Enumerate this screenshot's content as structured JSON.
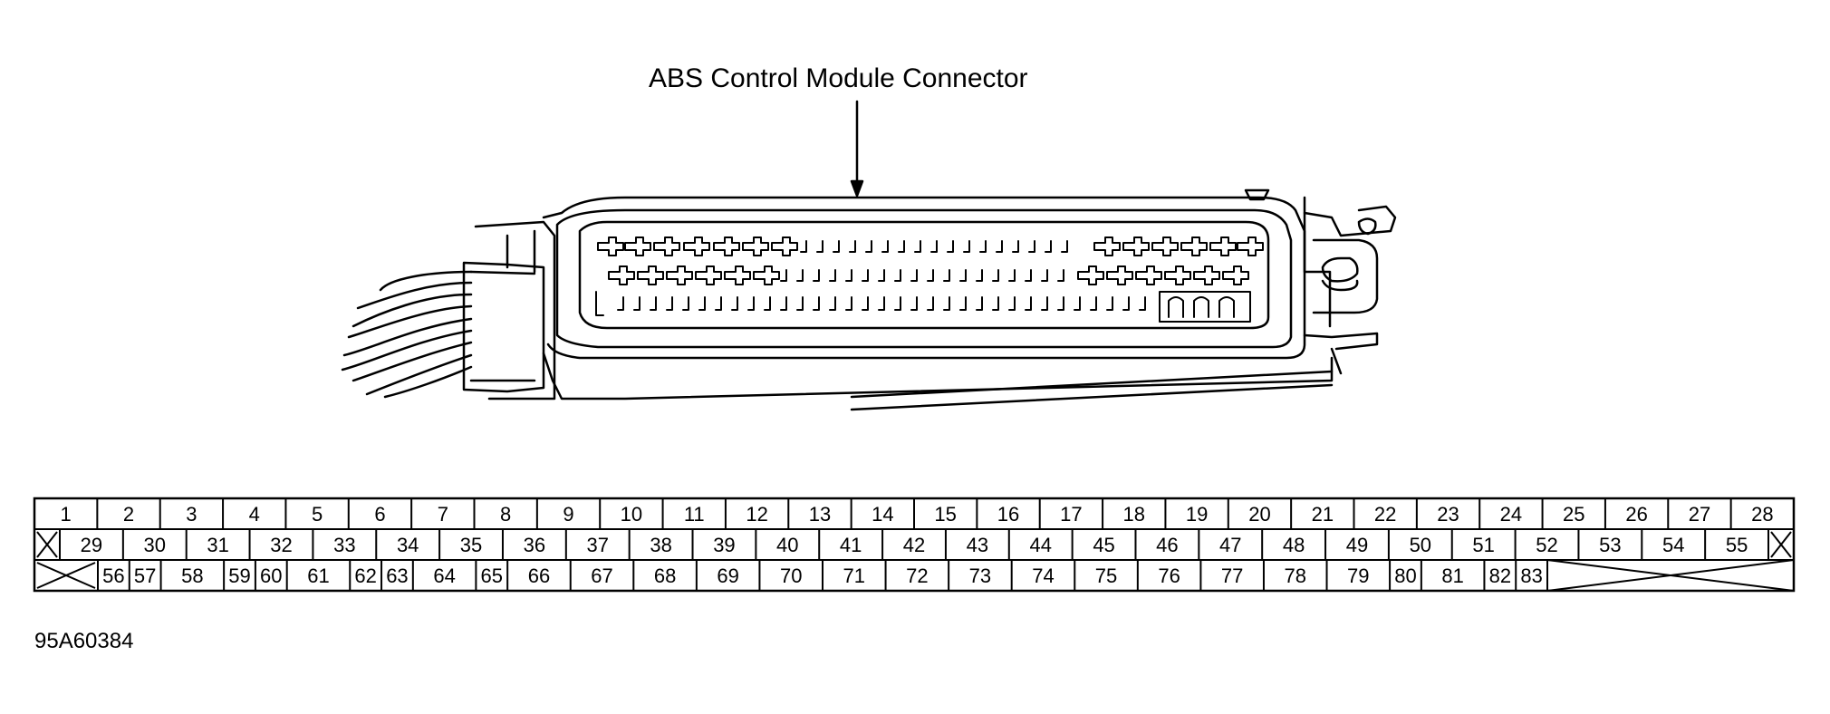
{
  "title": "ABS Control Module Connector",
  "figure_code": "95A60384",
  "pin_rows": [
    [
      "1",
      "2",
      "3",
      "4",
      "5",
      "6",
      "7",
      "8",
      "9",
      "10",
      "11",
      "12",
      "13",
      "14",
      "15",
      "16",
      "17",
      "18",
      "19",
      "20",
      "21",
      "22",
      "23",
      "24",
      "25",
      "26",
      "27",
      "28"
    ],
    [
      "29",
      "30",
      "31",
      "32",
      "33",
      "34",
      "35",
      "36",
      "37",
      "38",
      "39",
      "40",
      "41",
      "42",
      "43",
      "44",
      "45",
      "46",
      "47",
      "48",
      "49",
      "50",
      "51",
      "52",
      "53",
      "54",
      "55"
    ],
    [
      "56",
      "57",
      "58",
      "59",
      "60",
      "61",
      "62",
      "63",
      "64",
      "65",
      "66",
      "67",
      "68",
      "69",
      "70",
      "71",
      "72",
      "73",
      "74",
      "75",
      "76",
      "77",
      "78",
      "79",
      "80",
      "81",
      "82",
      "83"
    ]
  ]
}
